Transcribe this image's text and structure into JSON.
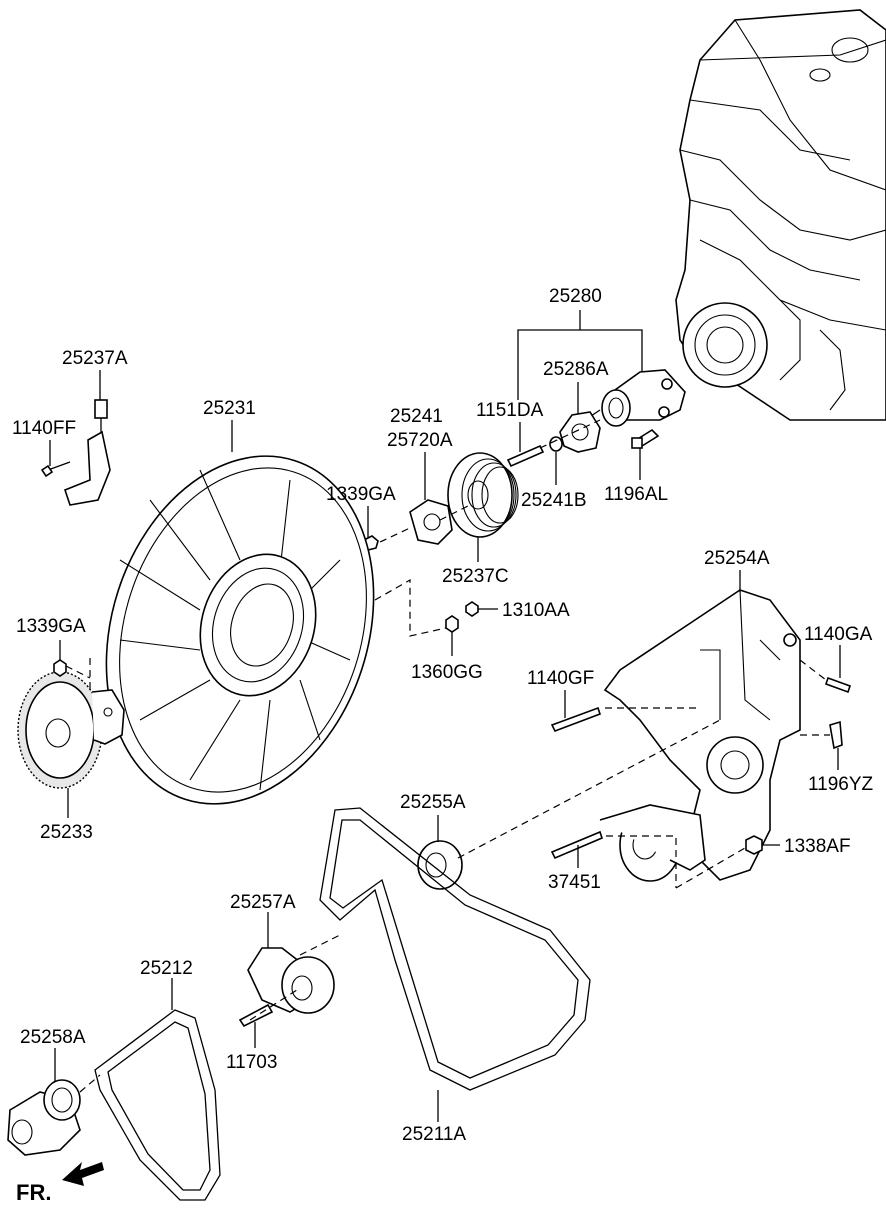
{
  "labels": {
    "p25280": "25280",
    "p25237A": "25237A",
    "p25286A": "25286A",
    "p1140FF": "1140FF",
    "p25231": "25231",
    "p25241": "25241",
    "p1151DA": "1151DA",
    "p25720A": "25720A",
    "p1339GA_top": "1339GA",
    "p25241B": "25241B",
    "p1196AL": "1196AL",
    "p25237C": "25237C",
    "p25254A": "25254A",
    "p1310AA": "1310AA",
    "p1339GA_left": "1339GA",
    "p1140GA": "1140GA",
    "p1360GG": "1360GG",
    "p1140GF": "1140GF",
    "p1196YZ": "1196YZ",
    "p25255A": "25255A",
    "p25233": "25233",
    "p1338AF": "1338AF",
    "p37451": "37451",
    "p25257A": "25257A",
    "p25212": "25212",
    "p25258A": "25258A",
    "p11703": "11703",
    "p25211A": "25211A",
    "front": "FR."
  }
}
